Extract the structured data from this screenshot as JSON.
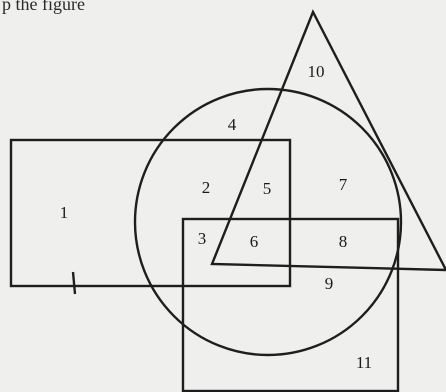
{
  "header": {
    "text": "p the figure"
  },
  "shapes": [
    {
      "name": "rectangle-left",
      "kind": "rectangle"
    },
    {
      "name": "circle",
      "kind": "circle"
    },
    {
      "name": "triangle",
      "kind": "triangle"
    },
    {
      "name": "rectangle-bottom",
      "kind": "rectangle"
    }
  ],
  "regions": [
    {
      "label": "1"
    },
    {
      "label": "2"
    },
    {
      "label": "3"
    },
    {
      "label": "4"
    },
    {
      "label": "5"
    },
    {
      "label": "6"
    },
    {
      "label": "7"
    },
    {
      "label": "8"
    },
    {
      "label": "9"
    },
    {
      "label": "10"
    },
    {
      "label": "11"
    }
  ],
  "colors": {
    "background": "#efefed",
    "stroke": "#1e1e1e"
  }
}
